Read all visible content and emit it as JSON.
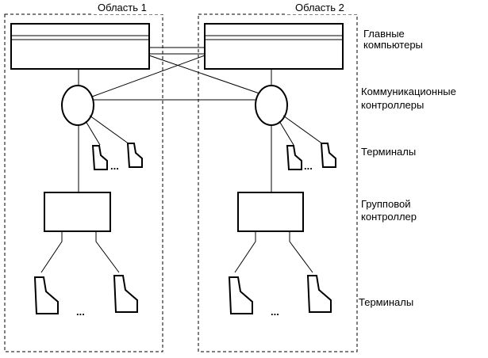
{
  "areas": {
    "area1": "Область 1",
    "area2": "Область 2"
  },
  "labels": {
    "hosts": [
      "Главные",
      "компьютеры"
    ],
    "comm_controllers": [
      "Коммуникационные",
      "контроллеры"
    ],
    "terminals_top": "Терминалы",
    "group_controller": [
      "Групповой",
      "контроллер"
    ],
    "terminals_bottom": "Терминалы"
  },
  "ellipsis": "..."
}
